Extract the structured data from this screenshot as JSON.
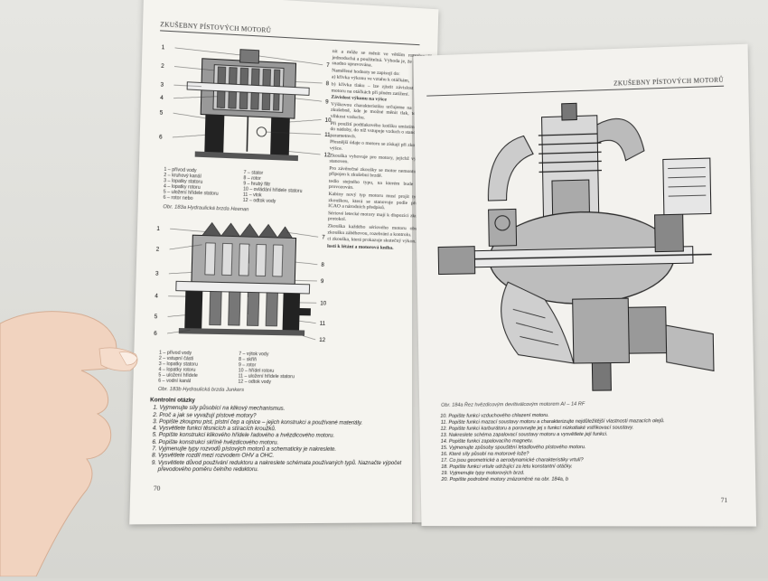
{
  "left_page": {
    "header": "Zkušebny pístových motorů",
    "page_number": "70",
    "figure_a": {
      "callouts": [
        "1",
        "2",
        "3",
        "4",
        "5",
        "6",
        "7",
        "8",
        "9",
        "10",
        "11",
        "12"
      ],
      "legend": [
        "1 – přívod vody",
        "2 – kruhový kanál",
        "3 – lopatky statoru",
        "4 – lopatky rotoru",
        "5 – uložení hřídele statoru",
        "6 – rotor nebo",
        "7 – stator",
        "8 – rotor",
        "9 – hrubý filtr",
        "10 – ovládání hřídele statoru",
        "11 – vtok",
        "12 – odtok vody"
      ],
      "caption": "Obr. 183a Hydraulická brzda Heenan"
    },
    "figure_b": {
      "callouts": [
        "1",
        "2",
        "3",
        "4",
        "5",
        "6",
        "7",
        "8",
        "9",
        "10",
        "11",
        "12"
      ],
      "legend": [
        "1 – přívod vody",
        "2 – vstupní části",
        "3 – lopatky statoru",
        "4 – lopatky rotoru",
        "5 – uložení hřídele",
        "6 – vodní kanál",
        "7 – výtok vody",
        "8 – skříň",
        "9 – rotor",
        "10 – hřídel rotoru",
        "11 – uložení hřídele statoru",
        "12 – odtok vody"
      ],
      "caption": "Obr. 183b Hydraulická brzda Junkers"
    },
    "column_text": [
      "nit a může se měnit ve větším rozsahu; je jednoduchá a použitelná. Výhoda je, že může být snadno upravována.",
      "Naměřené hodnoty se zapisují do:",
      "a) křivka výkonu ve vztahu k otáčkám,",
      "b) křivka tlaku – lze zjistit závislost výkonu motoru na otáčkách při plném zatížení.",
      "Závislost výkonu na výšce",
      "Výškovou charakteristiku určujeme na výškové zkušebně, kde je možné měnit tlak, teplotu a vlhkost vzduchu.",
      "Při použití podtlakového kotlíku umístíme motor do nádoby, do níž vstupuje vzduch o stanovených parametrech.",
      "Přesnější údaje o motoru se získají při zkoušce ve výšce.",
      "Zkouška vyhovuje pro motory, jejichž výkon je stanoven.",
      "Pro závěrečné zkoušky se motor nemontuje a je připojen k zkušební brzdě.",
      "tedlo stejného typu, na kterém bude motor provozován.",
      "Kabiny nový typ motoru musí projít typovou zkouškou, která se stanovuje podle předpisů ICAO a národních předpisů.",
      "Sériové letecké motory mají k dispozici zkušební protokol.",
      "Zkouška každého sériového motoru obsahuje zkoušku záběhovou, rozebrání a kontrolu.",
      "ci zkouška, která prokazuje skutečný výkon.",
      "losti k létání a motorová kniha."
    ],
    "questions_title": "Kontrolní otázky",
    "questions": [
      "Vyjmenujte síly působící na klikový mechanismus.",
      "Proč a jak se vyvažují pístové motory?",
      "Popište zkoupnu pist, pístní čep a ojnice – jejich konstrukci a používané materiály.",
      "Vysvětlete funkci těsnicích a stíracích kroužků.",
      "Popište konstrukci klikového hřídele řadového a hvězdicového motoru.",
      "Popište konstrukci skříně hvězdicového motoru.",
      "Vyjmenujte typy rozvodů pístových motorů a schematicky je nakreslete.",
      "Vysvětlete rozdíl mezi rozvodem OHV a OHC.",
      "Vysvětlete důvod používání reduktoru a nakreslete schémata používaných typů. Naznačte výpočet převodového poměru čelního reduktoru."
    ]
  },
  "right_page": {
    "header": "Zkušebny pístových motorů",
    "page_number": "71",
    "figure_caption": "Obr. 184a Řez hvězdicovým devítiválcovým motorem AI – 14 RF",
    "questions_start": 10,
    "questions": [
      "Popište funkci vzduchového chlazení motoru.",
      "Popište funkci mazací soustavy motoru a charakterizujte nejdůležitější vlastnosti mazacích olejů.",
      "Popište funkci karburátoru a porovnejte jej s funkcí nízkotlaké vstřikovací soustavy.",
      "Nakreslete schéma zapalovací soustavy motoru a vysvětlete její funkci.",
      "Popište funkci zapalovacího magnetu.",
      "Vyjmenujte způsoby spouštění letadlového pístového motoru.",
      "Které síly působí na motorové lože?",
      "Co jsou geometrické a aerodynamické charakteristiky vrtulí?",
      "Popište funkci vrtule udržující za letu konstantní otáčky.",
      "Vyjmenujte typy motorových brzd.",
      "Popište podrobně motory znázorněné na obr. 184a, b"
    ]
  },
  "colors": {
    "paper": "#f5f4ef",
    "ink": "#222222",
    "background": "#d9d9d4",
    "skin": "#f1d3bf"
  }
}
